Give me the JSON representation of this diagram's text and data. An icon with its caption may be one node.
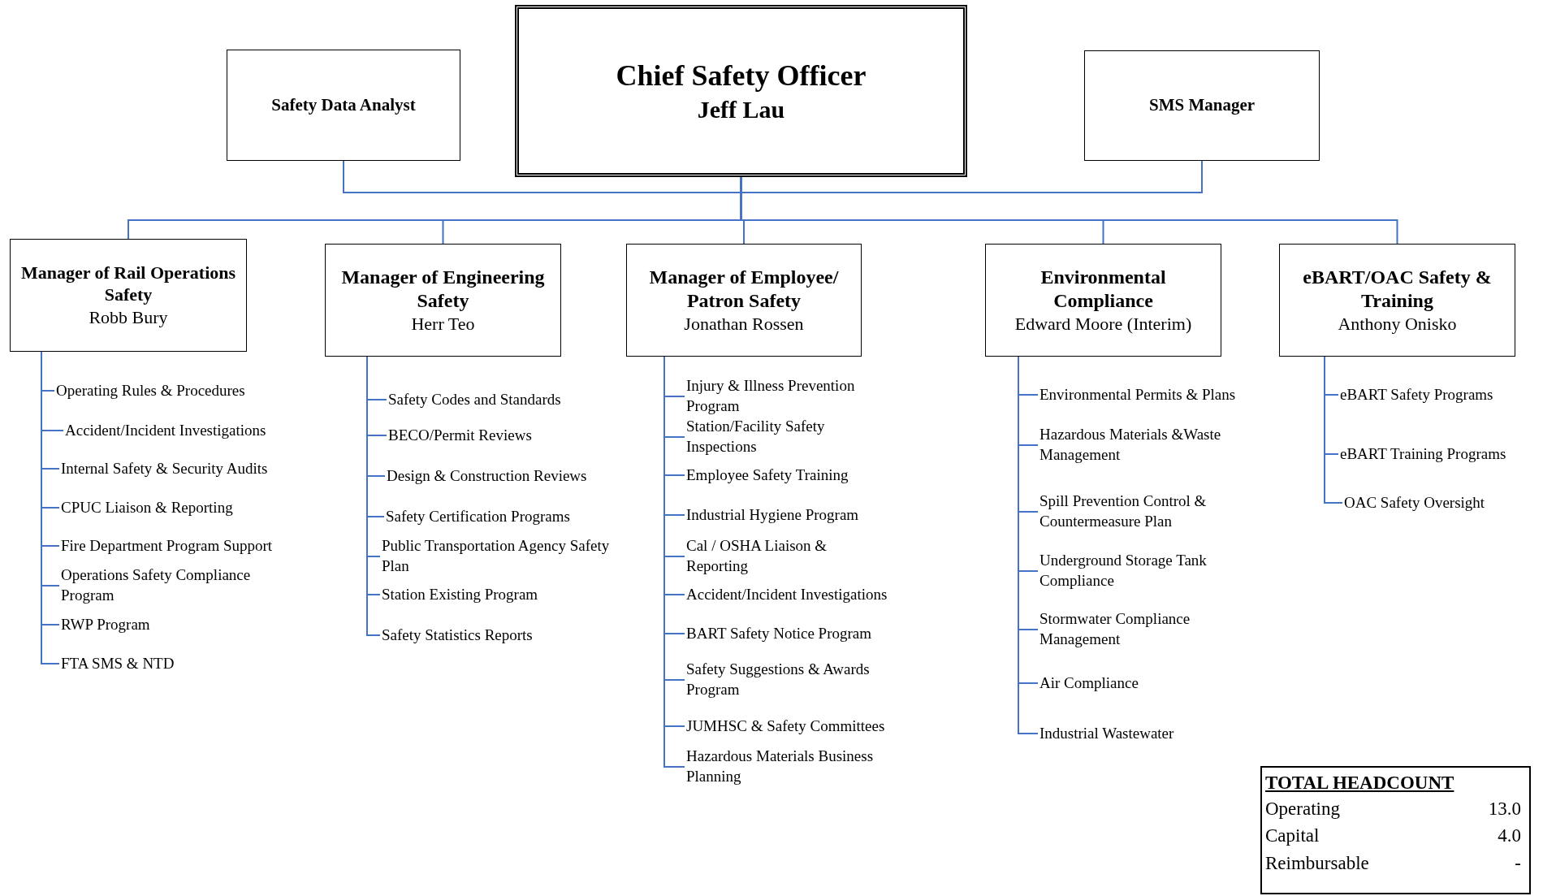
{
  "diagram": {
    "nodes": [
      {
        "text": [
          "Chief Safety Officer",
          "Jeff Lau"
        ]
      },
      {
        "text": [
          "Safety Data Analyst"
        ]
      },
      {
        "text": [
          "SMS Manager"
        ]
      },
      {
        "text": [
          "Manager of Rail Operations Safety",
          "Robb Bury"
        ]
      },
      {
        "text": [
          "Manager of Engineering Safety",
          "Herr Teo"
        ]
      },
      {
        "text": [
          "Manager of Employee/ Patron Safety",
          "Jonathan Rossen"
        ]
      },
      {
        "text": [
          "Environmental Compliance",
          "Edward Moore (Interim)"
        ]
      },
      {
        "text": [
          "eBART/OAC Safety & Training",
          "Anthony Onisko"
        ]
      },
      {
        "text": [
          "Operating Rules &  Procedures"
        ]
      },
      {
        "text": [
          "Accident/Incident Investigations"
        ]
      },
      {
        "text": [
          "Internal Safety &  Security Audits"
        ]
      },
      {
        "text": [
          "CPUC Liaison &  Reporting"
        ]
      },
      {
        "text": [
          "Fire Department Program Support"
        ]
      },
      {
        "text": [
          "Operations Safety Compliance Program"
        ]
      },
      {
        "text": [
          "RWP Program"
        ]
      },
      {
        "text": [
          "FTA SMS & NTD"
        ]
      },
      {
        "text": [
          "Safety Codes and Standards"
        ]
      },
      {
        "text": [
          "BECO/Permit Reviews"
        ]
      },
      {
        "text": [
          "Design & Construction Reviews"
        ]
      },
      {
        "text": [
          "Safety Certification Programs"
        ]
      },
      {
        "text": [
          "Public Transportation Agency Safety Plan"
        ]
      },
      {
        "text": [
          "Station Existing Program"
        ]
      },
      {
        "text": [
          "Safety Statistics Reports"
        ]
      },
      {
        "text": [
          "Injury & Illness Prevention Program"
        ]
      },
      {
        "text": [
          "Station/Facility Safety Inspections"
        ]
      },
      {
        "text": [
          "Employee Safety Training"
        ]
      },
      {
        "text": [
          "Industrial Hygiene Program"
        ]
      },
      {
        "text": [
          "Cal / OSHA Liaison & Reporting"
        ]
      },
      {
        "text": [
          "Accident/Incident Investigations"
        ]
      },
      {
        "text": [
          "BART Safety Notice Program"
        ]
      },
      {
        "text": [
          "Safety Suggestions & Awards Program"
        ]
      },
      {
        "text": [
          "JUMHSC & Safety Committees"
        ]
      },
      {
        "text": [
          "Hazardous Materials Business Planning"
        ]
      },
      {
        "text": [
          "Environmental Permits & Plans"
        ]
      },
      {
        "text": [
          "Hazardous Materials &Waste Management"
        ]
      },
      {
        "text": [
          "Spill Prevention Control & Countermeasure Plan"
        ]
      },
      {
        "text": [
          "Underground Storage Tank Compliance"
        ]
      },
      {
        "text": [
          "Stormwater Compliance Management"
        ]
      },
      {
        "text": [
          "Air Compliance"
        ]
      },
      {
        "text": [
          "Industrial Wastewater"
        ]
      },
      {
        "text": [
          "eBART Safety Programs"
        ]
      },
      {
        "text": [
          "eBART Training Programs"
        ]
      },
      {
        "text": [
          "OAC Safety Oversight"
        ]
      },
      {
        "text": [
          "TOTAL HEADCOUNT"
        ]
      }
    ],
    "edges": [
      {
        "from": 0,
        "to": 1,
        "arrow": "none"
      },
      {
        "from": 0,
        "to": 2,
        "arrow": "none"
      },
      {
        "from": 0,
        "to": 3,
        "arrow": "none"
      },
      {
        "from": 0,
        "to": 4,
        "arrow": "none"
      },
      {
        "from": 0,
        "to": 5,
        "arrow": "none"
      },
      {
        "from": 0,
        "to": 6,
        "arrow": "none"
      },
      {
        "from": 0,
        "to": 7,
        "arrow": "none"
      },
      {
        "from": 3,
        "to": 8,
        "arrow": "none"
      },
      {
        "from": 3,
        "to": 9,
        "arrow": "none"
      },
      {
        "from": 3,
        "to": 10,
        "arrow": "none"
      },
      {
        "from": 3,
        "to": 11,
        "arrow": "none"
      },
      {
        "from": 3,
        "to": 12,
        "arrow": "none"
      },
      {
        "from": 3,
        "to": 13,
        "arrow": "none"
      },
      {
        "from": 3,
        "to": 14,
        "arrow": "none"
      },
      {
        "from": 3,
        "to": 15,
        "arrow": "none"
      },
      {
        "from": 4,
        "to": 16,
        "arrow": "none"
      },
      {
        "from": 4,
        "to": 17,
        "arrow": "none"
      },
      {
        "from": 4,
        "to": 18,
        "arrow": "none"
      },
      {
        "from": 4,
        "to": 19,
        "arrow": "none"
      },
      {
        "from": 4,
        "to": 20,
        "arrow": "none"
      },
      {
        "from": 4,
        "to": 21,
        "arrow": "none"
      },
      {
        "from": 4,
        "to": 22,
        "arrow": "none"
      },
      {
        "from": 5,
        "to": 23,
        "arrow": "none"
      },
      {
        "from": 5,
        "to": 24,
        "arrow": "none"
      },
      {
        "from": 5,
        "to": 25,
        "arrow": "none"
      },
      {
        "from": 5,
        "to": 26,
        "arrow": "none"
      },
      {
        "from": 5,
        "to": 27,
        "arrow": "none"
      },
      {
        "from": 5,
        "to": 28,
        "arrow": "none"
      },
      {
        "from": 5,
        "to": 29,
        "arrow": "none"
      },
      {
        "from": 5,
        "to": 30,
        "arrow": "none"
      },
      {
        "from": 5,
        "to": 31,
        "arrow": "none"
      },
      {
        "from": 5,
        "to": 32,
        "arrow": "none"
      },
      {
        "from": 6,
        "to": 33,
        "arrow": "none"
      },
      {
        "from": 6,
        "to": 34,
        "arrow": "none"
      },
      {
        "from": 6,
        "to": 35,
        "arrow": "none"
      },
      {
        "from": 6,
        "to": 36,
        "arrow": "none"
      },
      {
        "from": 6,
        "to": 37,
        "arrow": "none"
      },
      {
        "from": 6,
        "to": 38,
        "arrow": "none"
      },
      {
        "from": 6,
        "to": 39,
        "arrow": "none"
      },
      {
        "from": 7,
        "to": 40,
        "arrow": "none"
      },
      {
        "from": 7,
        "to": 41,
        "arrow": "none"
      },
      {
        "from": 7,
        "to": 42,
        "arrow": "none"
      }
    ],
    "labels": [
      "Operating",
      "13.0",
      "Capital",
      "4.0",
      "Reimbursable",
      "-"
    ]
  }
}
